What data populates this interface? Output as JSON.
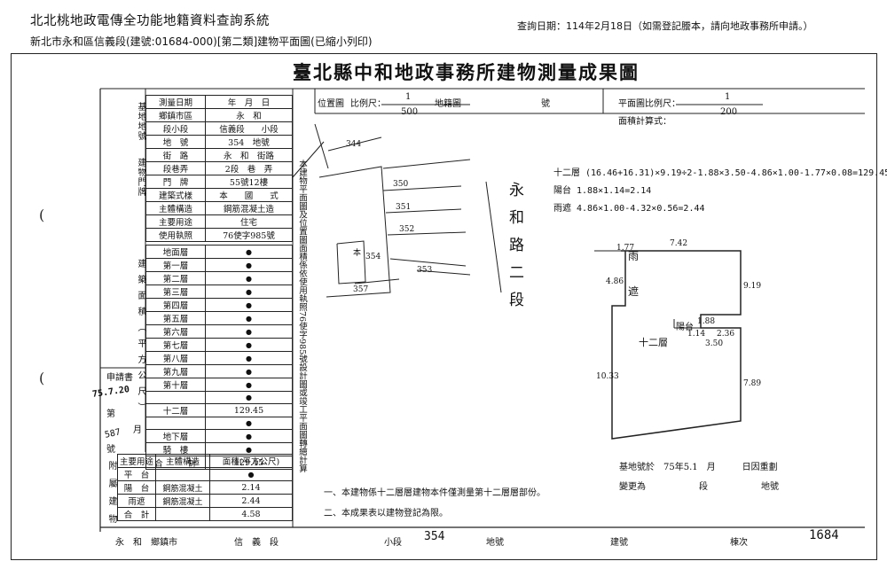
{
  "header": {
    "system_title": "北北桃地政電傳全功能地籍資料查詢系統",
    "doc_desc": "新北市永和區信義段(建號:01684-000)[第二類]建物平面圖(已縮小列印)",
    "query_date": "查詢日期：114年2月18日（如需登記謄本，請向地政事務所申請。）"
  },
  "title": "臺北縣中和地政事務所建物測量成果圖",
  "top_row": {
    "location_plan": "位置圖",
    "ratio_label": "比例尺：",
    "ratio_top": "1",
    "ratio_bottom": "500",
    "cadastral": "地籍圖",
    "hao": "號",
    "plan_ratio_label": "平面圖比例尺：",
    "plan_ratio_top": "1",
    "plan_ratio_bottom": "200",
    "area_formula_label": "面積計算式："
  },
  "form": {
    "survey_date": "測量日期",
    "ymd": [
      "年",
      "月",
      "日"
    ],
    "jidi": [
      "基",
      "地",
      "地",
      "號"
    ],
    "xiang": "鄉鎮市區",
    "xiang_val": "永　和",
    "duan": "段小段",
    "duan_val": "信義段　　小段",
    "dihao": "地　號",
    "dihao_val": "354　地號",
    "menpai": [
      "建",
      "物",
      "門",
      "牌"
    ],
    "jielu": "街　路",
    "jielu_val": "永　和　街路",
    "duanxiang": "段巷弄",
    "duanxiang_val": "2段　巷　弄",
    "men": "門　牌",
    "men_val": "55號12樓",
    "jiegou": "建築式樣",
    "jiegou_val": "本　　國　　式",
    "zhuti": "主體構造",
    "zhuti_val": "鋼筋混凝土造",
    "yongtu": "主要用途",
    "yongtu_val": "住宅",
    "zhizhao": "使用執照",
    "zhizhao_val": "76使字985號",
    "floors_side": [
      "建",
      "築",
      "面",
      "積",
      "（",
      "平",
      "方",
      "公",
      "尺",
      "）"
    ],
    "floors": [
      "地面層",
      "第一層",
      "第二層",
      "第三層",
      "第四層",
      "第五層",
      "第六層",
      "第七層",
      "第八層",
      "第九層",
      "第十層"
    ],
    "floor_dot": "●",
    "floor12": "十二層",
    "floor12_val": "129.45",
    "basement": "地下層",
    "qilou": "騎　樓",
    "heji": "合　　　計",
    "heji_val": "129.45",
    "applicant": "申請書",
    "applicant_date": "75.7.20",
    "di": "第",
    "yue": "月",
    "hao": "號",
    "appl_no": "587",
    "fushu_side": [
      "附",
      "屬",
      "建",
      "物"
    ],
    "fushu_hdr": [
      "主要用途",
      "主體構造",
      "面積(平方公尺)"
    ],
    "fushu_rows": [
      {
        "use": "平　台",
        "mat": "",
        "val": "●"
      },
      {
        "use": "陽　台",
        "mat": "鋼筋混凝土",
        "val": "2.14"
      },
      {
        "use": "雨遮",
        "mat": "鋼筋混凝土",
        "val": "2.44"
      },
      {
        "use": "合　計",
        "mat": "",
        "val": "4.58"
      }
    ]
  },
  "vertical_note": "本建物平面圖及位置圖面積係依使用執照76使字985號設計圖或竣工平面圖轉繪計算",
  "notes": [
    "一、本建物係十二層層建物本件僅測量第十二層層部份。",
    "二、本成果表以建物登記為限。"
  ],
  "formulas": [
    "十二層 (16.46+16.31)×9.19÷2-1.88×3.50-4.86×1.00-1.77×0.08=129.45",
    "陽台 1.88×1.14=2.14",
    "雨遮 4.86×1.00-4.32×0.56=2.44"
  ],
  "loc_labels": [
    "350",
    "351",
    "352",
    "353",
    "354",
    "357",
    "344",
    "本"
  ],
  "road": [
    "永",
    "和",
    "路",
    "二",
    "段"
  ],
  "plan_labels": {
    "top": "7.42",
    "mid": "3.50",
    "right": "9.19",
    "bot_right": "7.89",
    "left": "10.33",
    "left_small": "4.86",
    "yu1": "雨",
    "yu2": "遮",
    "balcony": "陽台",
    "room": "十二層",
    "b1": "1.88",
    "b2": "1.14",
    "b3": "2.36",
    "tiny": "1.77"
  },
  "bottom_right": {
    "line1": "基地號於　75年5.1　月　　　日因重劃",
    "line2": "變更為　　　　　　段　　　　　　地號"
  },
  "footer": [
    "永　和　鄉鎮市",
    "信　義　段",
    "小段",
    "354",
    "地號",
    "建號",
    "棟次",
    "1684"
  ]
}
